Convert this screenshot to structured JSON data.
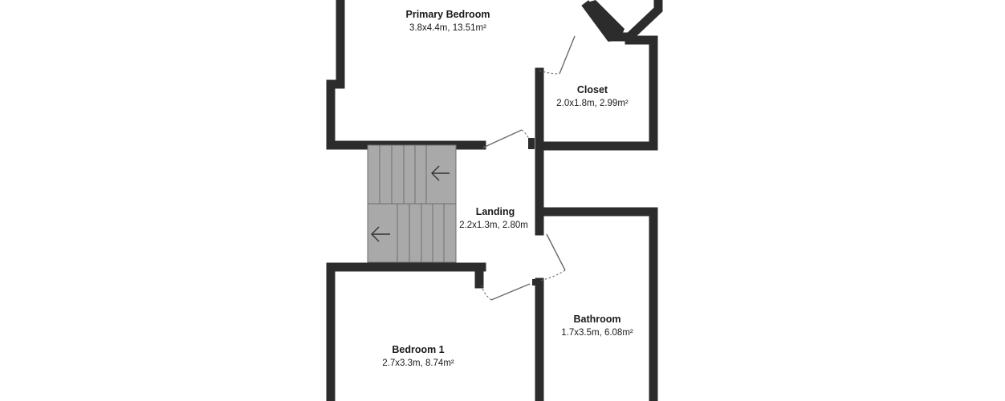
{
  "rooms": {
    "primary_bedroom": {
      "name": "Primary Bedroom",
      "dims": "3.8x4.4m, 13.51m²"
    },
    "closet": {
      "name": "Closet",
      "dims": "2.0x1.8m, 2.99m²"
    },
    "landing": {
      "name": "Landing",
      "dims": "2.2x1.3m, 2.80m"
    },
    "bathroom": {
      "name": "Bathroom",
      "dims": "1.7x3.5m, 6.08m²"
    },
    "bedroom_1": {
      "name": "Bedroom 1",
      "dims": "2.7x3.3m, 8.74m²"
    }
  },
  "colors": {
    "wall": "#2c2c2c",
    "stairs": "#a9a9a9",
    "door": "#6a6a6a",
    "background": "#ffffff"
  },
  "icons": {
    "stairs_up": "arrow-left-icon",
    "stairs_down": "arrow-left-icon"
  }
}
